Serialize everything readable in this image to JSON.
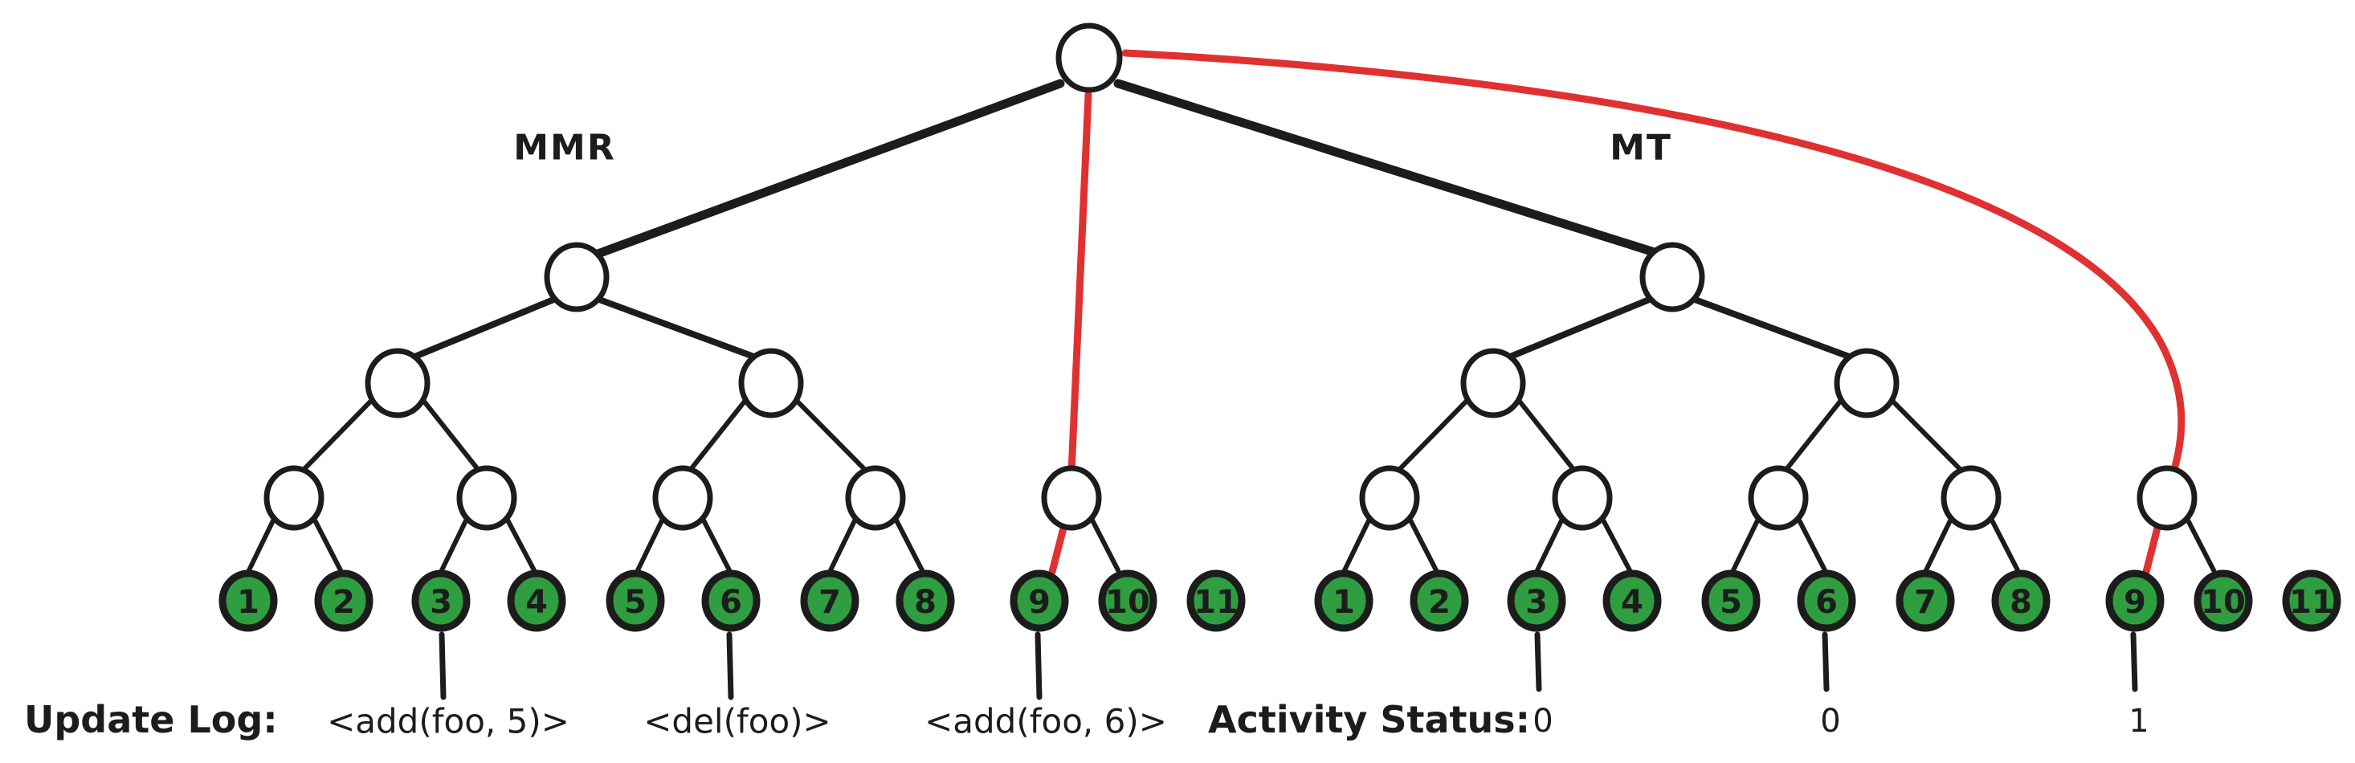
{
  "diagram": {
    "title": "MMR and Merkle Tree with Update Log and Activity Status",
    "background_color": "#ffffff",
    "ink_color": "#1c1c1c",
    "leaf_fill_color": "#2f9e41",
    "highlight_color": "#e03131"
  },
  "trees": [
    {
      "id": "mmr",
      "label": "MMR",
      "leaves": [
        "1",
        "2",
        "3",
        "4",
        "5",
        "6",
        "7",
        "8",
        "9",
        "10",
        "11"
      ]
    },
    {
      "id": "mt",
      "label": "MT",
      "leaves": [
        "1",
        "2",
        "3",
        "4",
        "5",
        "6",
        "7",
        "8",
        "9",
        "10",
        "11"
      ]
    }
  ],
  "update_log": {
    "caption": "Update Log:",
    "entries": [
      {
        "text": "<add(foo, 5)>",
        "leaf": "3"
      },
      {
        "text": "<del(foo)>",
        "leaf": "6"
      },
      {
        "text": "<add(foo, 6)>",
        "leaf": "9"
      }
    ]
  },
  "activity_status": {
    "caption": "Activity Status:",
    "entries": [
      {
        "value": "0",
        "leaf": "3"
      },
      {
        "value": "0",
        "leaf": "6"
      },
      {
        "value": "1",
        "leaf": "9"
      }
    ]
  },
  "highlight_path": {
    "color": "#e03131",
    "description": "root to leaf 9 in both trees"
  }
}
